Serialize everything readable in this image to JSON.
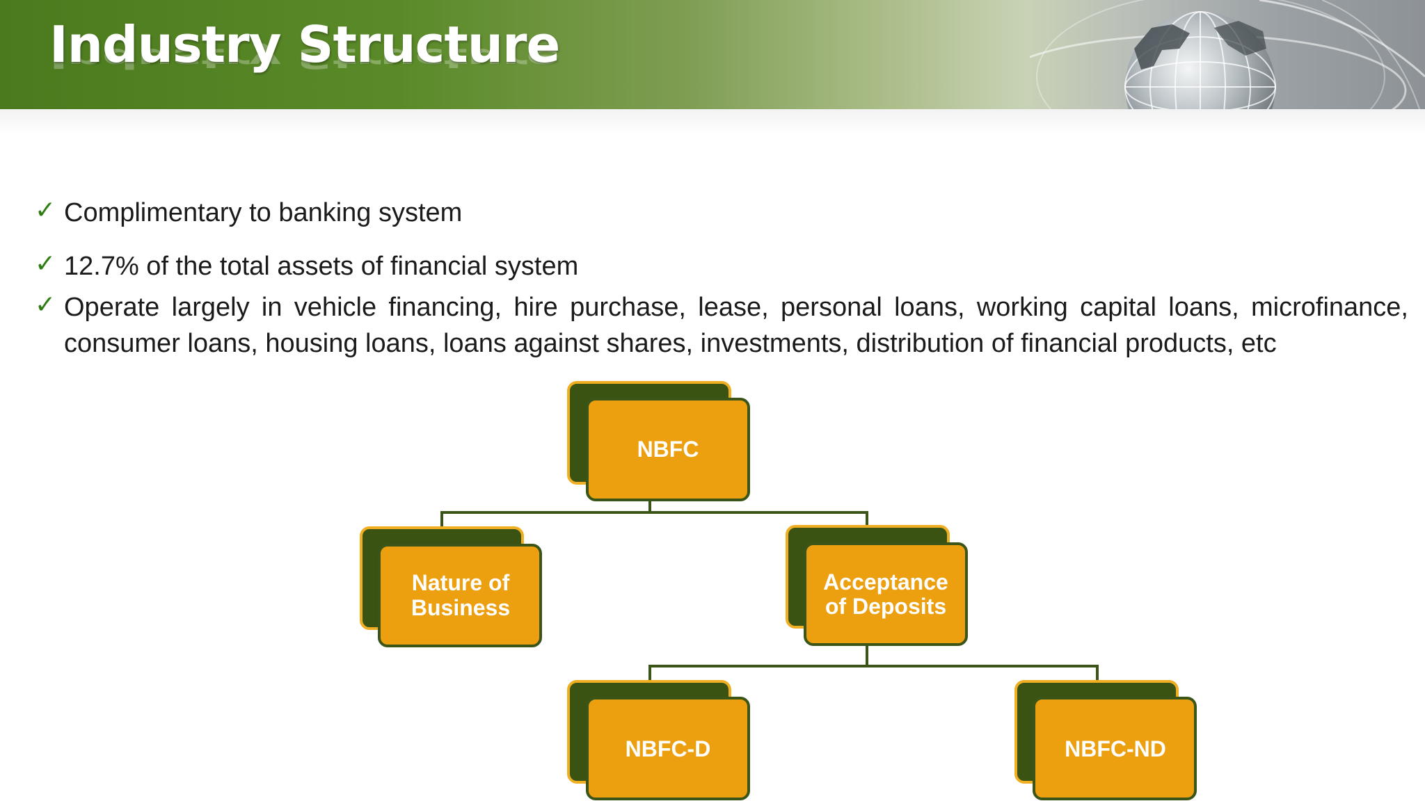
{
  "slide": {
    "title": "Industry Structure"
  },
  "bullets": [
    "Complimentary to banking system",
    "12.7% of the total assets of financial system",
    "Operate largely in vehicle financing, hire purchase, lease, personal loans, working capital loans, microfinance, consumer loans, housing loans, loans against shares, investments, distribution of financial products, etc"
  ],
  "diagram": {
    "nodes": {
      "root": {
        "line1": "NBFC"
      },
      "business": {
        "line1": "Nature of",
        "line2": "Business"
      },
      "deposits": {
        "line1": "Acceptance",
        "line2": "of Deposits"
      },
      "nbfc_d": {
        "line1": "NBFC-D"
      },
      "nbfc_nd": {
        "line1": "NBFC-ND"
      }
    },
    "edges": [
      [
        "root",
        "business"
      ],
      [
        "root",
        "deposits"
      ],
      [
        "deposits",
        "nbfc_d"
      ],
      [
        "deposits",
        "nbfc_nd"
      ]
    ],
    "colors": {
      "box_fill": "#ECA010",
      "box_border": "#3B5418",
      "box_back": "#3A5312",
      "box_back_border": "#F0AE22",
      "connector": "#3B5418",
      "check": "#2E7D12"
    }
  }
}
